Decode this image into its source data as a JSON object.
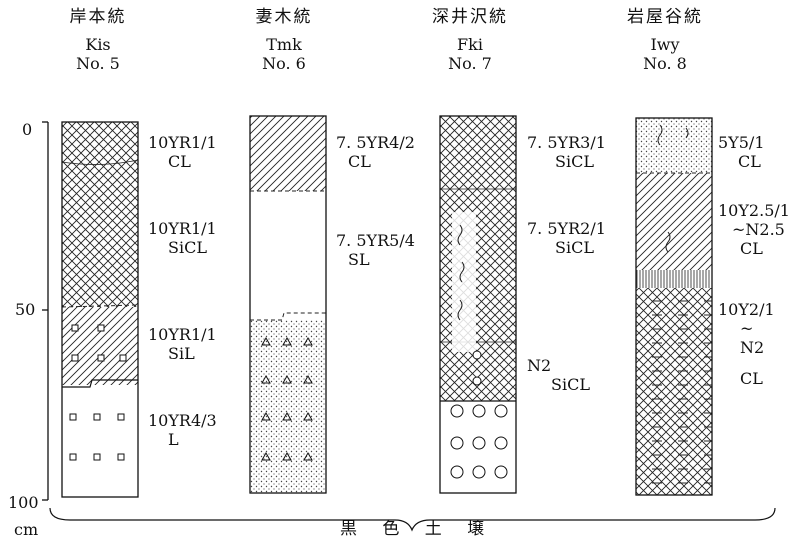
{
  "profiles": [
    {
      "name_jp": "岸本統",
      "code": "Kis",
      "no": "No. 5",
      "layers": [
        {
          "label1": "10YR1/1",
          "label2": "CL"
        },
        {
          "label1": "10YR1/1",
          "label2": "SiCL"
        },
        {
          "label1": "10YR1/1",
          "label2": "SiL"
        },
        {
          "label1": "10YR4/3",
          "label2": "L"
        }
      ]
    },
    {
      "name_jp": "妻木統",
      "code": "Tmk",
      "no": "No. 6",
      "layers": [
        {
          "label1": "7. 5YR4/2",
          "label2": "CL"
        },
        {
          "label1": "7. 5YR5/4",
          "label2": "SL"
        }
      ]
    },
    {
      "name_jp": "深井沢統",
      "code": "Fki",
      "no": "No. 7",
      "layers": [
        {
          "label1": "7. 5YR3/1",
          "label2": "SiCL"
        },
        {
          "label1": "7. 5YR2/1",
          "label2": "SiCL"
        },
        {
          "label1": "N2",
          "label2": "SiCL"
        }
      ]
    },
    {
      "name_jp": "岩屋谷統",
      "code": "Iwy",
      "no": "No. 8",
      "layers": [
        {
          "label1": "5Y5/1",
          "label2": "CL"
        },
        {
          "label1": "10Y2.5/1",
          "label2": "~N2.5",
          "label3": "CL"
        },
        {
          "label1": "10Y2/1",
          "label2": "~",
          "label3": "N2",
          "label4": "CL"
        }
      ]
    }
  ],
  "axis": {
    "ticks": [
      "0",
      "50",
      "100"
    ],
    "unit": "cm"
  },
  "footer": "黒 色 土 壌"
}
